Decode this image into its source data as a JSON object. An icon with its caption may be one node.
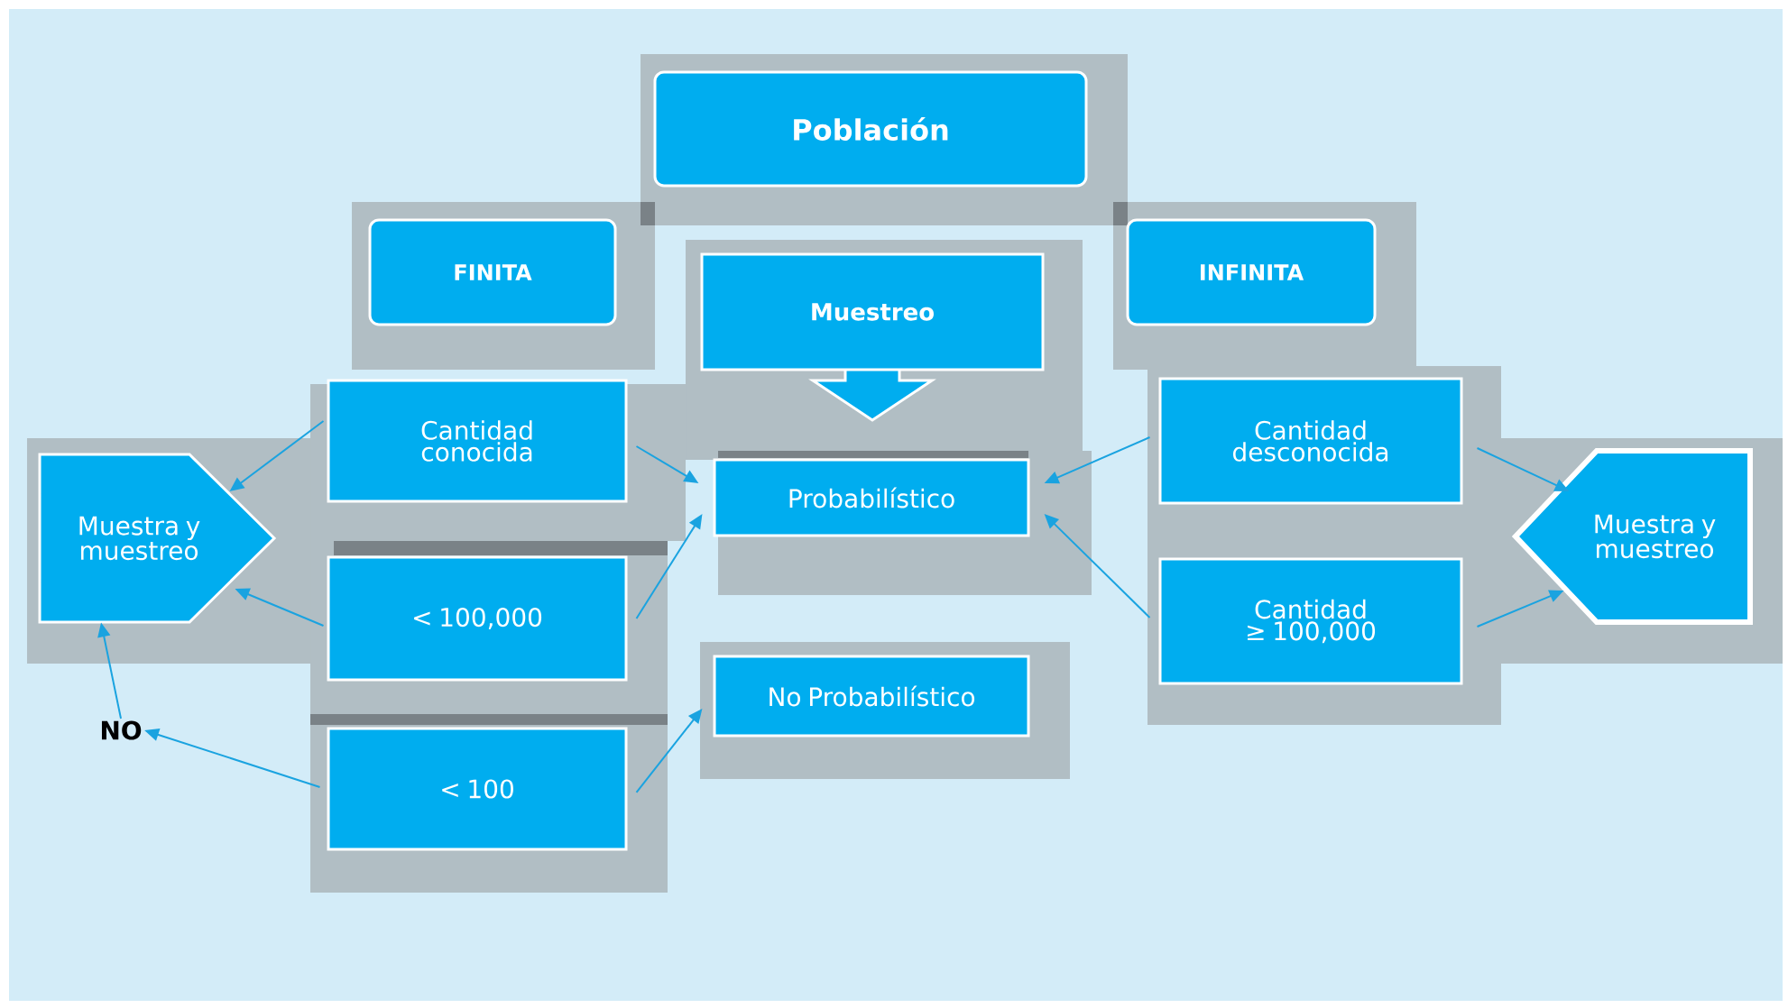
{
  "diagram": {
    "nodes": [
      {
        "text": [
          "Población"
        ]
      },
      {
        "text": [
          "FINITA"
        ]
      },
      {
        "text": [
          "INFINITA"
        ]
      },
      {
        "text": [
          "Muestreo"
        ]
      },
      {
        "text": [
          "Cantidad conocida"
        ]
      },
      {
        "text": [
          "Probabilístico"
        ]
      },
      {
        "text": [
          "Cantidad desconocida"
        ]
      },
      {
        "text": [
          "Muestra y muestreo"
        ]
      },
      {
        "text": [
          "< 100,000"
        ]
      },
      {
        "text": [
          "Cantidad ≥ 100,000"
        ]
      },
      {
        "text": [
          "Muestra y muestreo"
        ]
      },
      {
        "text": [
          "No Probabilístico"
        ]
      },
      {
        "text": [
          "NO"
        ]
      },
      {
        "text": [
          "< 100"
        ]
      }
    ],
    "edges": [
      {
        "from": 4,
        "to": 7,
        "arrow": "to"
      },
      {
        "from": 4,
        "to": 5,
        "arrow": "to"
      },
      {
        "from": 8,
        "to": 7,
        "arrow": "to"
      },
      {
        "from": 8,
        "to": 5,
        "arrow": "to"
      },
      {
        "from": 6,
        "to": 5,
        "arrow": "to"
      },
      {
        "from": 6,
        "to": 10,
        "arrow": "to"
      },
      {
        "from": 9,
        "to": 5,
        "arrow": "to"
      },
      {
        "from": 9,
        "to": 10,
        "arrow": "to"
      },
      {
        "from": 12,
        "to": 7,
        "arrow": "to"
      },
      {
        "from": 13,
        "to": 12,
        "arrow": "to"
      },
      {
        "from": 13,
        "to": 11,
        "arrow": "to"
      }
    ]
  }
}
